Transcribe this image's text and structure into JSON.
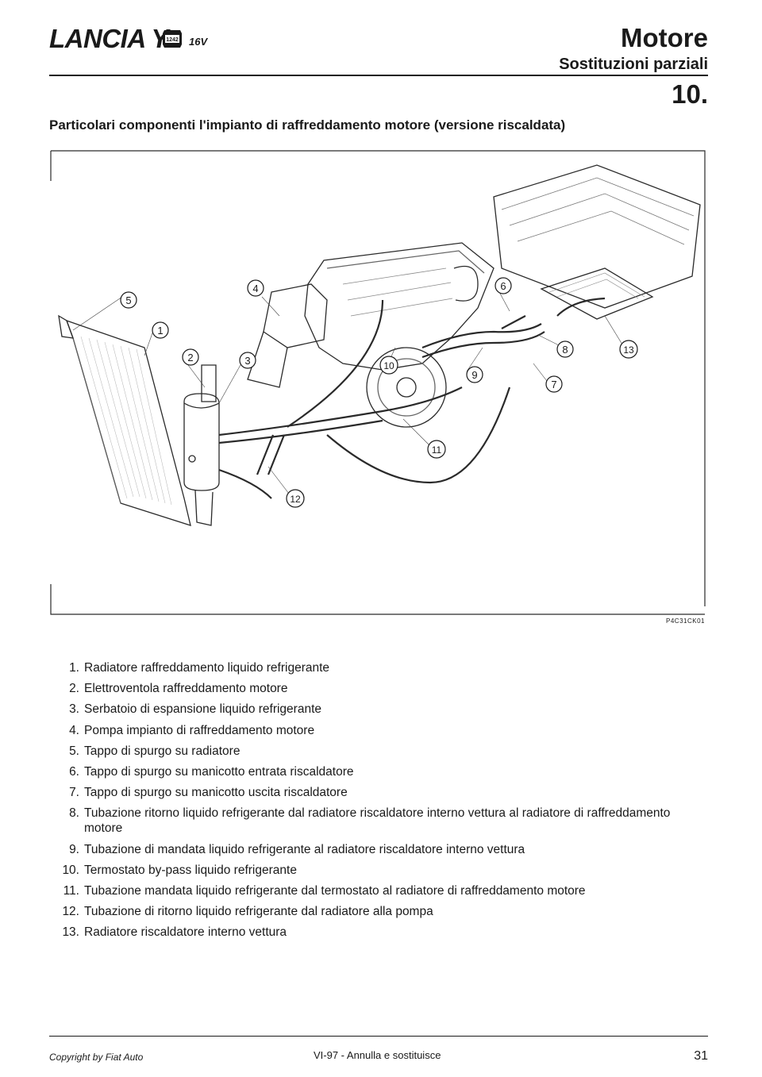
{
  "header": {
    "brand": "LANCIA Y",
    "badge_text": "1242",
    "brand_suffix": "16V",
    "section_title": "Motore",
    "section_subtitle": "Sostituzioni parziali",
    "section_number": "10."
  },
  "caption": "Particolari componenti l'impianto di raffreddamento motore (versione riscaldata)",
  "figure": {
    "code": "P4C31CK01",
    "callouts": [
      "1",
      "2",
      "3",
      "4",
      "5",
      "6",
      "7",
      "8",
      "9",
      "10",
      "11",
      "12",
      "13"
    ]
  },
  "legend": [
    {
      "num": "1.",
      "text": "Radiatore raffreddamento liquido refrigerante"
    },
    {
      "num": "2.",
      "text": "Elettroventola raffreddamento motore"
    },
    {
      "num": "3.",
      "text": "Serbatoio di espansione liquido refrigerante"
    },
    {
      "num": "4.",
      "text": "Pompa impianto di raffreddamento motore"
    },
    {
      "num": "5.",
      "text": "Tappo di spurgo su radiatore"
    },
    {
      "num": "6.",
      "text": "Tappo di spurgo su manicotto entrata riscaldatore"
    },
    {
      "num": "7.",
      "text": "Tappo di spurgo su manicotto uscita riscaldatore"
    },
    {
      "num": "8.",
      "text": "Tubazione ritorno liquido refrigerante dal radiatore riscaldatore interno vettura al radiatore di raffreddamento motore"
    },
    {
      "num": "9.",
      "text": "Tubazione di mandata liquido refrigerante al radiatore riscaldatore interno vettura"
    },
    {
      "num": "10.",
      "text": "Termostato by-pass liquido refrigerante"
    },
    {
      "num": "11.",
      "text": "Tubazione mandata liquido refrigerante dal termostato al radiatore di raffreddamento motore"
    },
    {
      "num": "12.",
      "text": "Tubazione di ritorno liquido refrigerante dal radiatore alla pompa"
    },
    {
      "num": "13.",
      "text": "Radiatore riscaldatore interno vettura"
    }
  ],
  "footer": {
    "copyright": "Copyright by Fiat Auto",
    "edition": "VI-97 - Annulla e sostituisce",
    "page": "31"
  }
}
